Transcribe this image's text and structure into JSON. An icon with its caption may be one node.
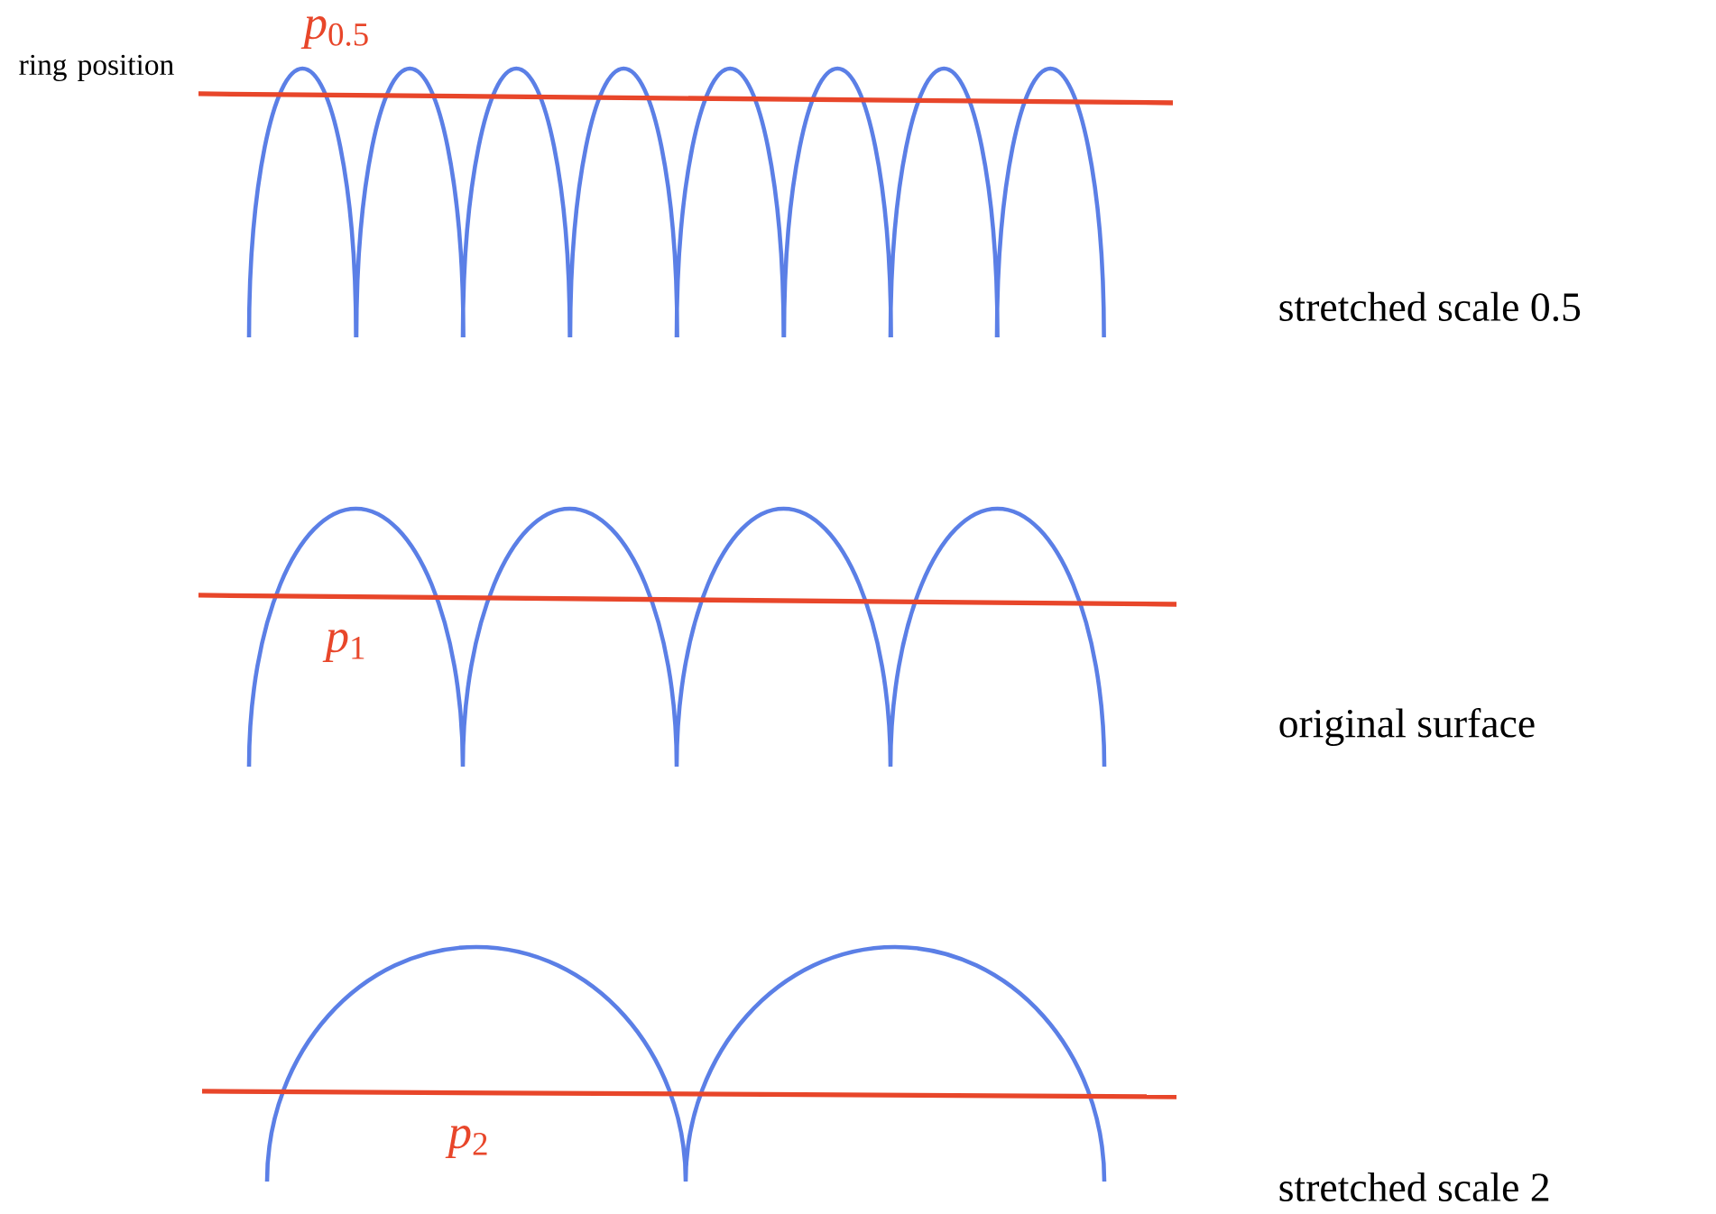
{
  "diagram": {
    "labels": [
      "*p*$_{0.5}$",
      "ring position",
      "stretched scale 0.5",
      "*p*$_{1}$",
      "original surface",
      "*p*$_{2}$",
      "stretched scale 2"
    ]
  }
}
